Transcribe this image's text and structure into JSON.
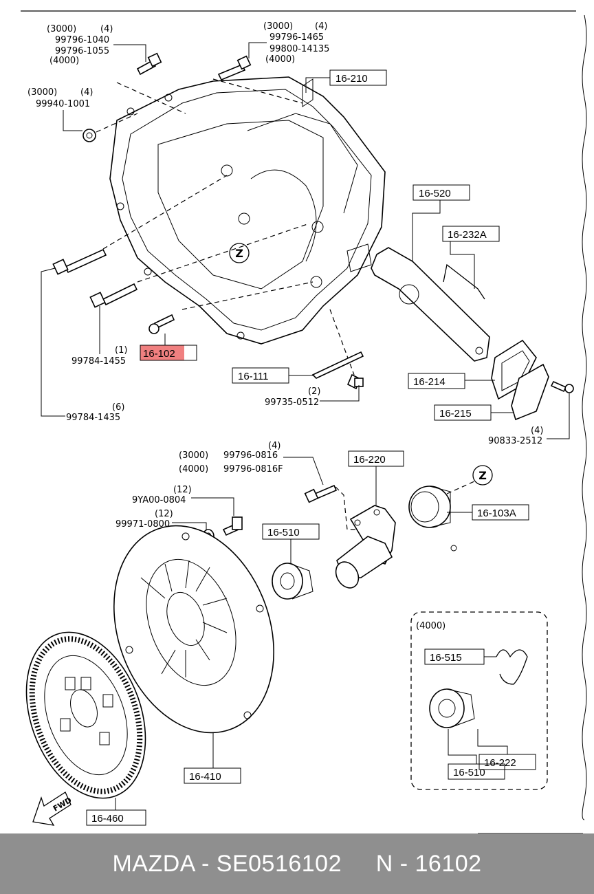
{
  "labels": {
    "l1_qty_a": "(3000)",
    "l1_qty_n": "(4)",
    "l1_p1": "99796-1040",
    "l1_p2": "99796-1055",
    "l1_qty_b": "(4000)",
    "l2_qty_a": "(3000)",
    "l2_qty_n": "(4)",
    "l2_p1": "99796-1465",
    "l2_p2": "99800-14135",
    "l2_qty_b": "(4000)",
    "l3_qty_a": "(3000)",
    "l3_qty_n": "(4)",
    "l3_p1": "99940-1001",
    "l4_qty": "(1)",
    "l4_p": "99784-1455",
    "l5_qty": "(6)",
    "l5_p": "99784-1435",
    "l6_qty": "(2)",
    "l6_p": "99735-0512",
    "l7_qty": "(4)",
    "l7_p": "90833-2512",
    "l8_qty_n": "(4)",
    "l8_qty_a": "(3000)",
    "l8_p1": "99796-0816",
    "l8_qty_b": "(4000)",
    "l8_p2": "99796-0816F",
    "l9_qty": "(12)",
    "l9_p": "9YA00-0804",
    "l10_qty": "(12)",
    "l10_p": "99971-0800",
    "variant_label": "(4000)"
  },
  "boxes": {
    "b16_210": "16-210",
    "b16_520": "16-520",
    "b16_232A": "16-232A",
    "b16_102": "16-102",
    "b16_111": "16-111",
    "b16_214": "16-214",
    "b16_215": "16-215",
    "b16_220": "16-220",
    "b16_103A": "16-103A",
    "b16_510": "16-510",
    "b16_515": "16-515",
    "b16_222": "16-222",
    "b16_510b": "16-510",
    "b16_410": "16-410",
    "b16_460": "16-460"
  },
  "markers": {
    "z": "Z",
    "fwd": "FWD"
  },
  "footer": {
    "text": "MAZDA - SE0516102     N - 16102"
  },
  "colors": {
    "highlight": "#f08080",
    "footer_bg": "#8f8f8f"
  }
}
